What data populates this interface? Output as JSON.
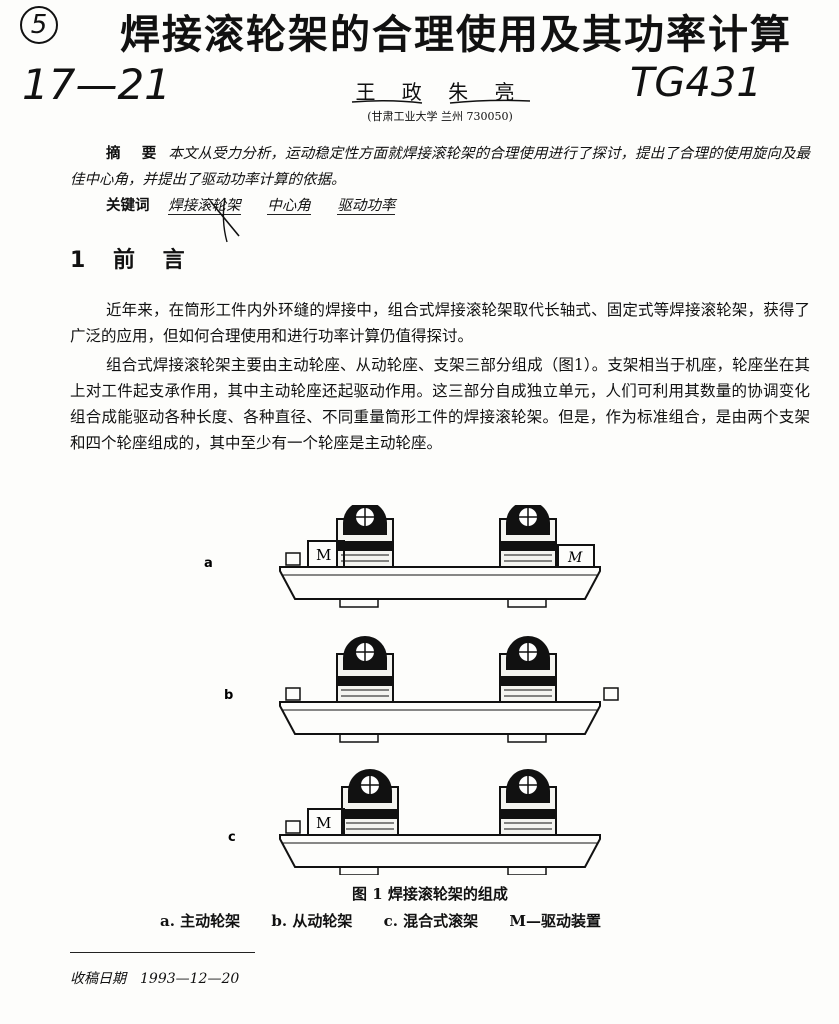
{
  "header": {
    "number_mark": "5",
    "title": "焊接滚轮架的合理使用及其功率计算",
    "handwritten_left": "17—21",
    "handwritten_right": "TG431"
  },
  "authors": {
    "names": "王 政 朱 亮",
    "affiliation": "(甘肃工业大学 兰州 730050)"
  },
  "abstract": {
    "label": "摘 要",
    "text": "本文从受力分析，运动稳定性方面就焊接滚轮架的合理使用进行了探讨，提出了合理的使用旋向及最佳中心角，并提出了驱动功率计算的依据。"
  },
  "keywords": {
    "label": "关键词",
    "items": [
      "焊接滚轮架",
      "中心角",
      "驱动功率"
    ]
  },
  "section": {
    "number": "1",
    "title": "前 言"
  },
  "body": {
    "p1": "近年来，在筒形工件内外环缝的焊接中，组合式焊接滚轮架取代长轴式、固定式等焊接滚轮架，获得了广泛的应用，但如何合理使用和进行功率计算仍值得探讨。",
    "p2": "组合式焊接滚轮架主要由主动轮座、从动轮座、支架三部分组成（图1）。支架相当于机座，轮座坐在其上对工件起支承作用，其中主动轮座还起驱动作用。这三部分自成独立单元，人们可利用其数量的协调变化组合成能驱动各种长度、各种直径、不同重量筒形工件的焊接滚轮架。但是，作为标准组合，是由两个支架和四个轮座组成的，其中至少有一个轮座是主动轮座。"
  },
  "figure": {
    "panel_labels": [
      "a",
      "b",
      "c"
    ],
    "motor_label": "M",
    "caption": "图 1  焊接滚轮架的组成",
    "legend": [
      "a. 主动轮架",
      "b. 从动轮架",
      "c. 混合式滚架",
      "M—驱动装置"
    ]
  },
  "footer": {
    "received_label": "收稿日期",
    "received_date": "1993—12—20"
  }
}
